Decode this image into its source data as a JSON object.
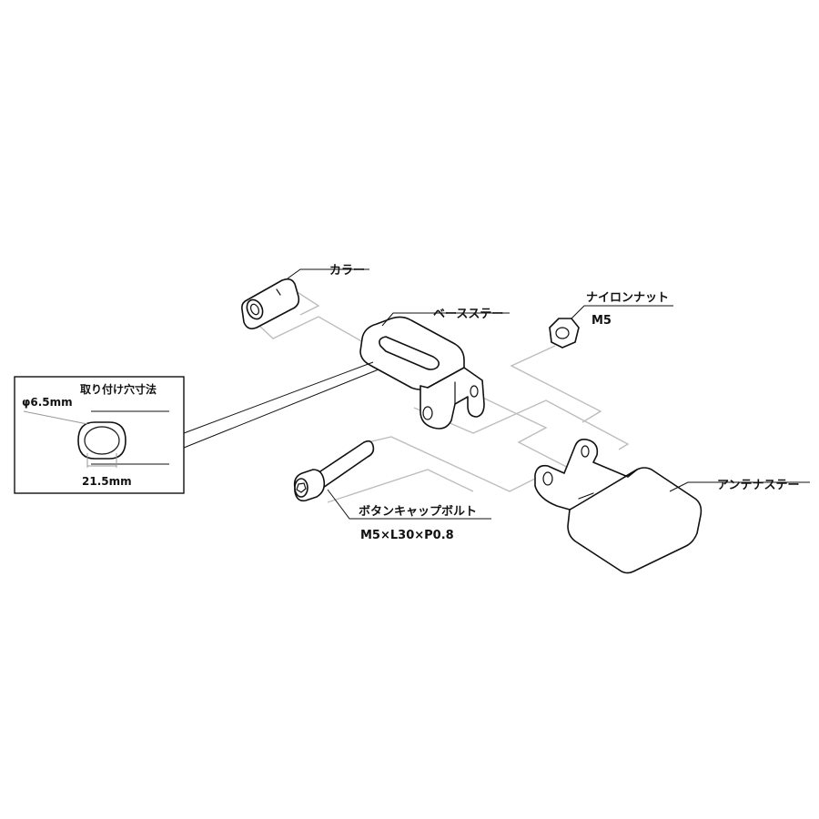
{
  "labels": {
    "collar": "カラー",
    "base_stay": "ベースステー",
    "nylon_nut": "ナイロンナット",
    "nylon_nut_size": "M5",
    "antenna_stay": "アンテナステー",
    "bolt": "ボタンキャップボルト",
    "bolt_spec": "M5×L30×P0.8"
  },
  "inset": {
    "title": "取り付け穴寸法",
    "diameter": "φ6.5mm",
    "length": "21.5mm"
  }
}
